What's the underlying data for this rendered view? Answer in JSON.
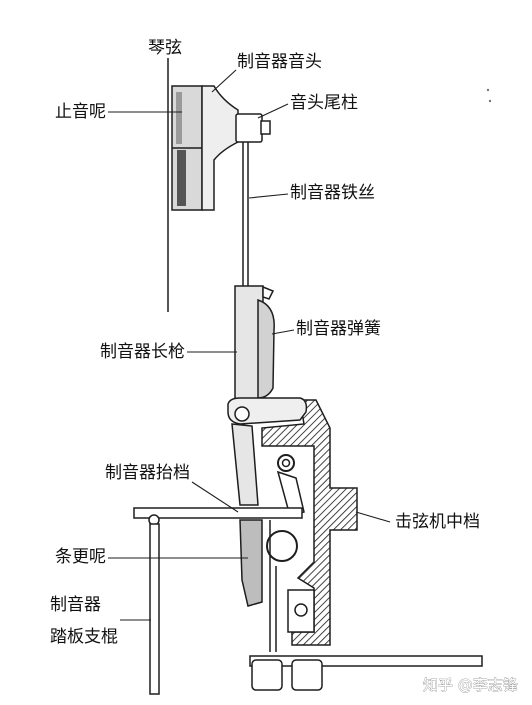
{
  "labels": {
    "string": "琴弦",
    "damper_head": "制音器音头",
    "damper_felt": "止音呢",
    "head_tail_post": "音头尾柱",
    "damper_wire": "制音器铁丝",
    "damper_spring": "制音器弹簧",
    "damper_lever": "制音器长枪",
    "damper_lift_rail": "制音器抬档",
    "action_center_rail": "击弦机中档",
    "strip_felt": "条更呢",
    "pedal_rod_line1": "制音器",
    "pedal_rod_line2": "踏板支棍"
  },
  "watermark": "知乎 @李志锋"
}
